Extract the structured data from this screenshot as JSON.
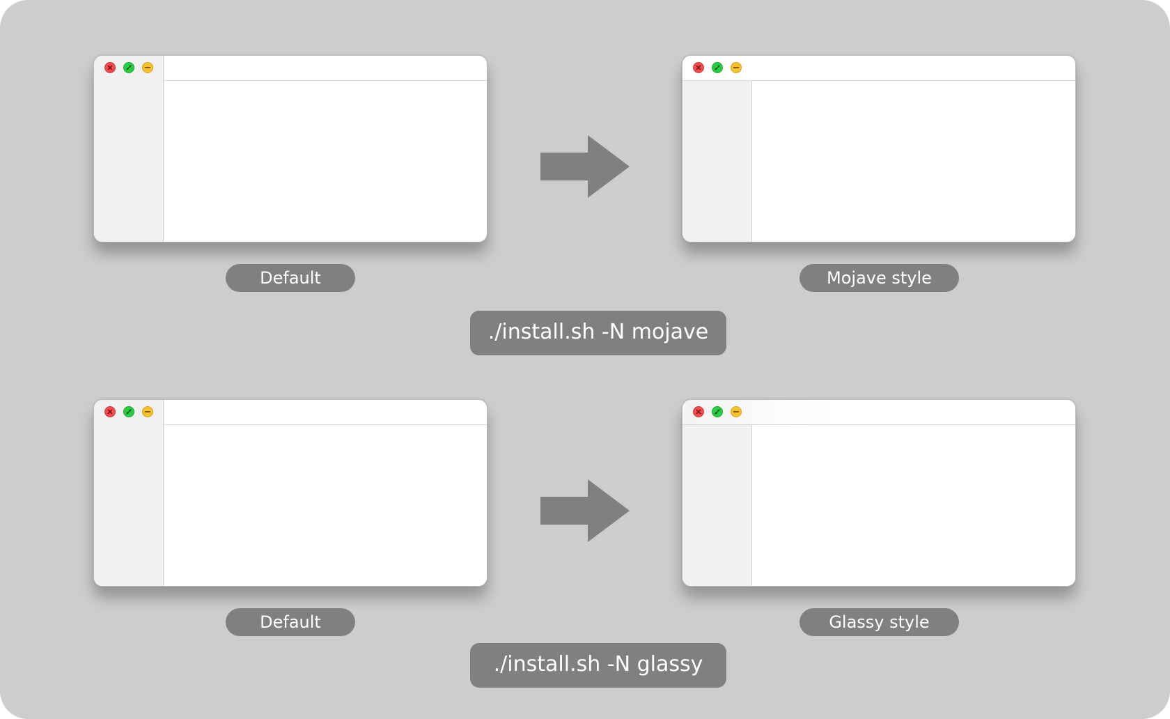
{
  "colors": {
    "background": "#cdcdcd",
    "label_fill": "#808080",
    "label_text": "#ffffff",
    "arrow": "#808080",
    "window": "#ffffff",
    "sidebar": "#f1f1f1",
    "close": "#ee4e4e",
    "maximize": "#2ccb44",
    "minimize": "#f5c133"
  },
  "window_controls": [
    "close-icon",
    "maximize-icon",
    "minimize-icon"
  ],
  "rows": [
    {
      "before_label": "Default",
      "after_label": "Mojave style",
      "command": "./install.sh -N mojave"
    },
    {
      "before_label": "Default",
      "after_label": "Glassy style",
      "command": "./install.sh -N glassy"
    }
  ]
}
